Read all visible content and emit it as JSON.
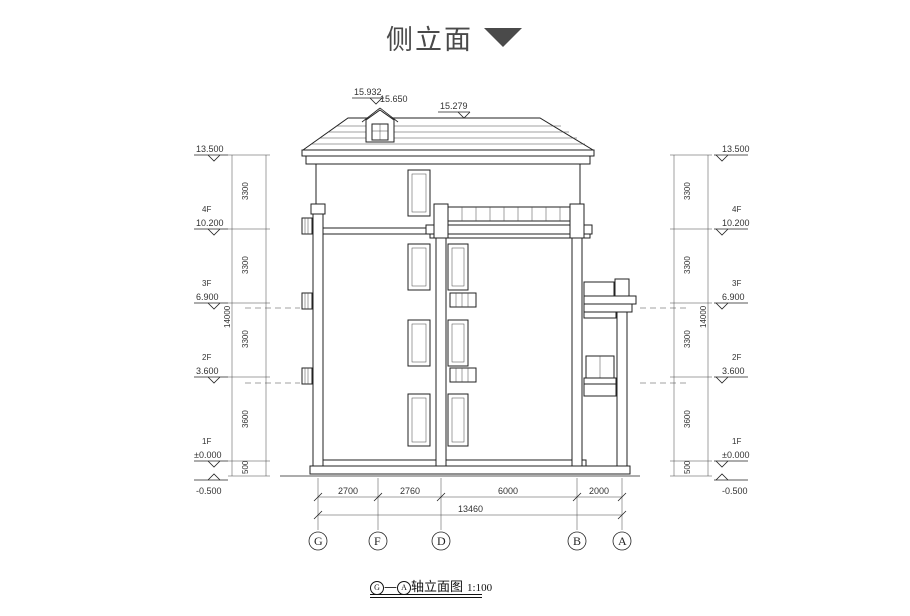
{
  "header": {
    "title": "侧立面"
  },
  "elevation_marks": {
    "ridge_left": "15.932",
    "ridge_mid": "15.650",
    "ridge_right": "15.279",
    "left": [
      {
        "floor": "",
        "value": "13.500"
      },
      {
        "floor": "4F",
        "value": "10.200"
      },
      {
        "floor": "3F",
        "value": "6.900"
      },
      {
        "floor": "2F",
        "value": "3.600"
      },
      {
        "floor": "1F",
        "value": "±0.000"
      },
      {
        "floor": "",
        "value": "-0.500"
      }
    ],
    "right": [
      {
        "floor": "",
        "value": "13.500"
      },
      {
        "floor": "4F",
        "value": "10.200"
      },
      {
        "floor": "3F",
        "value": "6.900"
      },
      {
        "floor": "2F",
        "value": "3.600"
      },
      {
        "floor": "1F",
        "value": "±0.000"
      },
      {
        "floor": "",
        "value": "-0.500"
      }
    ]
  },
  "vertical_dims": {
    "segments": [
      "3300",
      "3300",
      "3300",
      "3600",
      "500"
    ],
    "total": "14000"
  },
  "horizontal_dims": {
    "segments": [
      "2700",
      "2760",
      "6000",
      "2000"
    ],
    "total": "13460"
  },
  "axes": [
    "G",
    "F",
    "D",
    "B",
    "A"
  ],
  "caption": {
    "from_axis": "G",
    "sep": "—",
    "to_axis": "A",
    "text": "轴立面图",
    "scale": "1:100"
  }
}
